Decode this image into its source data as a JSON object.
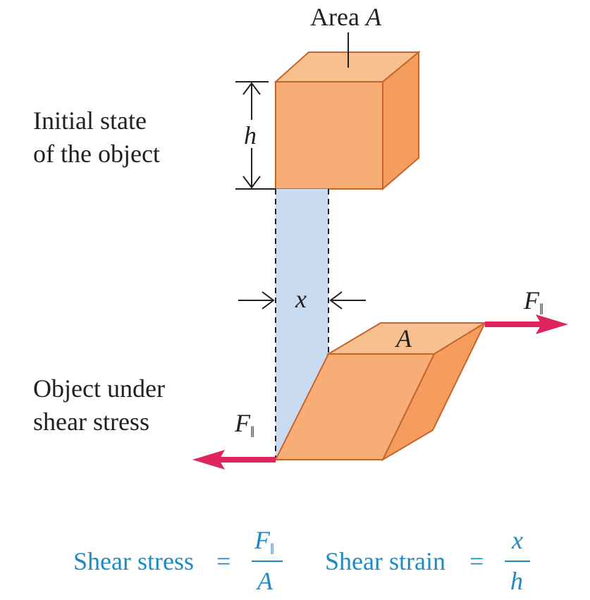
{
  "labels": {
    "area_prefix": "Area",
    "area_var": "A",
    "height_var": "h",
    "initial_line1": "Initial state",
    "initial_line2": "of the object",
    "object_line1": "Object under",
    "object_line2": "shear stress",
    "x_var": "x",
    "top_face_var": "A",
    "force_var": "F",
    "force_sub": "‖"
  },
  "formulas": {
    "stress_label": "Shear stress",
    "stress_equals": "=",
    "stress_num": "F",
    "stress_num_sub": "‖",
    "stress_den": "A",
    "strain_label": "Shear strain",
    "strain_equals": "=",
    "strain_num": "x",
    "strain_den": "h"
  },
  "colors": {
    "box_front": "#f7ad76",
    "box_top": "#f9c08f",
    "box_side": "#f59d5e",
    "box_edge": "#c8642a",
    "shear_region": "#c8dbf0",
    "force_arrow": "#e0245e",
    "formula_text": "#1b8bc6"
  }
}
